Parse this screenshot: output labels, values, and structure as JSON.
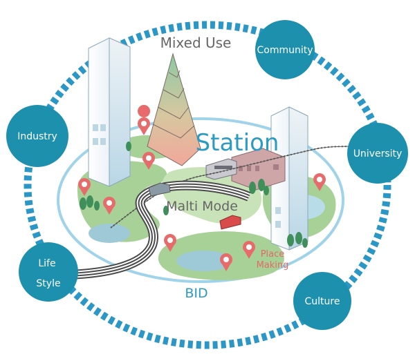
{
  "labels": {
    "mixed_use": "Mixed Use",
    "station": "Station",
    "malti_mode": "Malti Mode",
    "place_making_line1": "Place",
    "place_making_line2": "Making",
    "bid": "BID"
  },
  "nodes": {
    "community": "Community",
    "industry": "Industry",
    "university": "University",
    "life_style_line1": "Life",
    "life_style_line2": "Style",
    "culture": "Culture"
  },
  "colors": {
    "node_fill": "#1d90ad",
    "ring_dash": "#2a97c6",
    "ring_light": "#9fd3ea",
    "ground_green": "#a7d197",
    "station_blue": "#2b9bc3",
    "pin_pink": "#e86b6b"
  }
}
